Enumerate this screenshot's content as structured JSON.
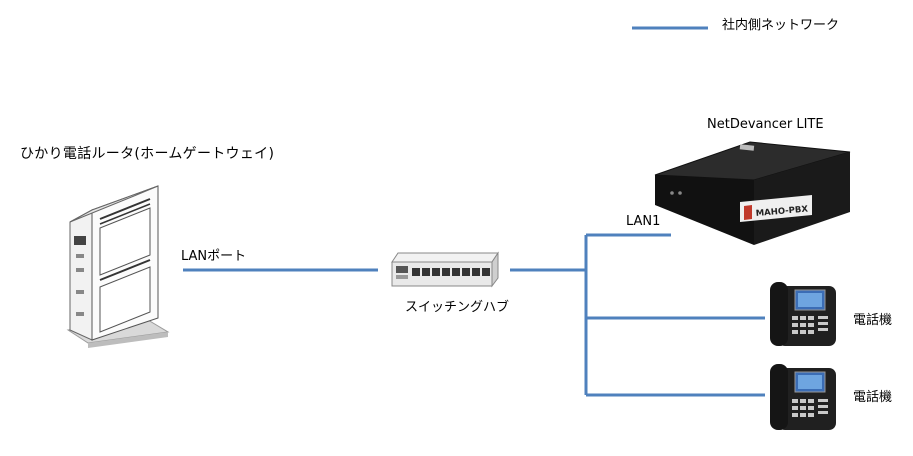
{
  "legend": {
    "label": "社内側ネットワーク",
    "line_color": "#4f81bd"
  },
  "router": {
    "title": "ひかり電話ルータ(ホームゲートウェイ)",
    "port_label": "LANポート"
  },
  "hub": {
    "label": "スイッチングハブ"
  },
  "pbx": {
    "title": "NetDevancer LITE",
    "port_label": "LAN1",
    "badge": "MAHO-PBX",
    "badge_color": "#c0392b"
  },
  "phones": [
    {
      "label": "電話機"
    },
    {
      "label": "電話機"
    }
  ]
}
